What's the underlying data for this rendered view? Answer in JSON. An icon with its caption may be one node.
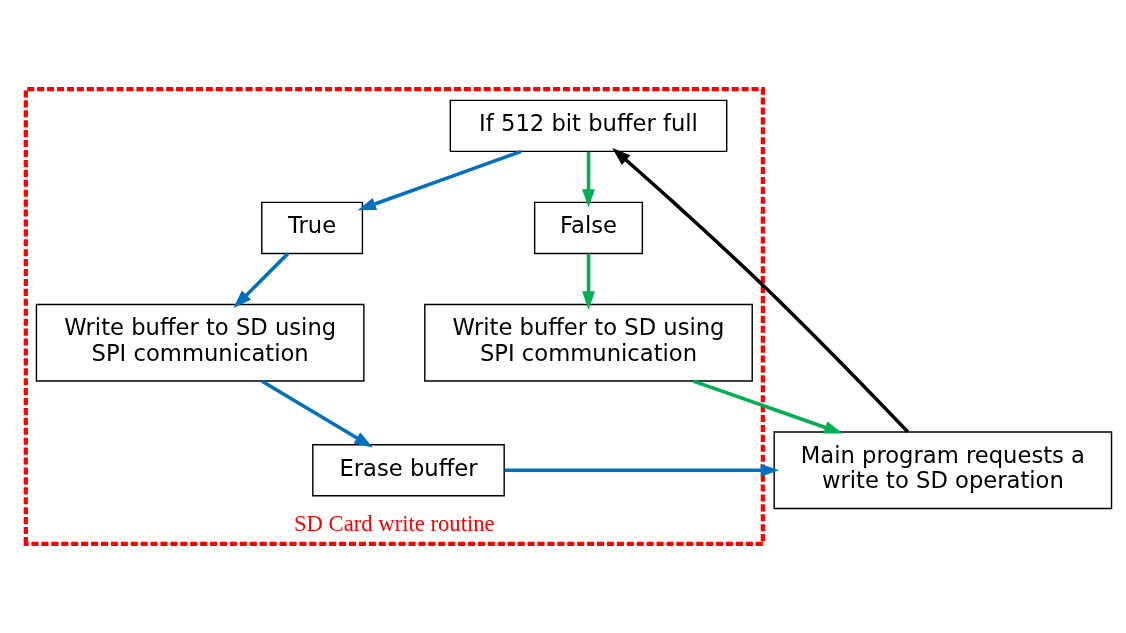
{
  "diagram": {
    "nodes": [
      {
        "text": [
          "SD Card write routine"
        ]
      },
      {
        "text": [
          "Main program requests a write to SD operation"
        ]
      },
      {
        "text": [
          "Erase buffer"
        ],
        "in": 0
      },
      {
        "text": [
          "If 512 bit buffer full"
        ],
        "in": 0
      },
      {
        "text": [
          "Write buffer to SD using SPI communication"
        ],
        "in": 0
      },
      {
        "text": [
          "True"
        ],
        "in": 0
      },
      {
        "text": [
          "False"
        ],
        "in": 0
      },
      {
        "text": [
          "Write buffer to SD using SPI communication"
        ],
        "in": 0
      }
    ],
    "edges": [
      {
        "from": 2,
        "to": 1,
        "arrow": "to",
        "color": "#0070c0"
      },
      {
        "from": 7,
        "to": 1,
        "arrow": "to",
        "color": "#00b050"
      },
      {
        "from": 1,
        "to": 3,
        "arrow": "to",
        "color": "#000000"
      },
      {
        "from": 3,
        "to": 5,
        "arrow": "to",
        "color": "#0070c0"
      },
      {
        "from": 3,
        "to": 6,
        "arrow": "to",
        "color": "#00b050"
      },
      {
        "from": 5,
        "to": 4,
        "arrow": "to",
        "color": "#0070c0"
      },
      {
        "from": 4,
        "to": 2,
        "arrow": "to",
        "color": "#0070c0"
      },
      {
        "from": 6,
        "to": 7,
        "arrow": "to",
        "color": "#00b050"
      }
    ]
  }
}
